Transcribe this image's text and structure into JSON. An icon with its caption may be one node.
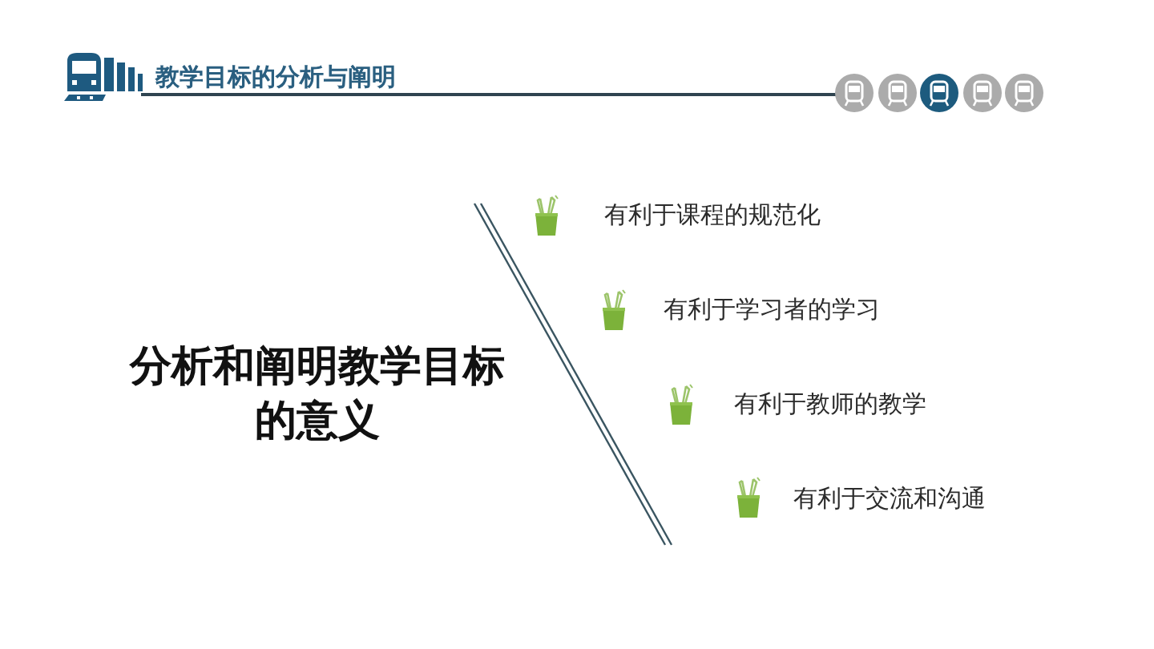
{
  "diagram": {
    "title": "教学目标的分析与阐明",
    "labels": [
      "分析和阐明教学目标的意义",
      "有利于课程的规范化",
      "有利于学习者的学习",
      "有利于教师的教学",
      "有利于交流和沟通"
    ]
  }
}
